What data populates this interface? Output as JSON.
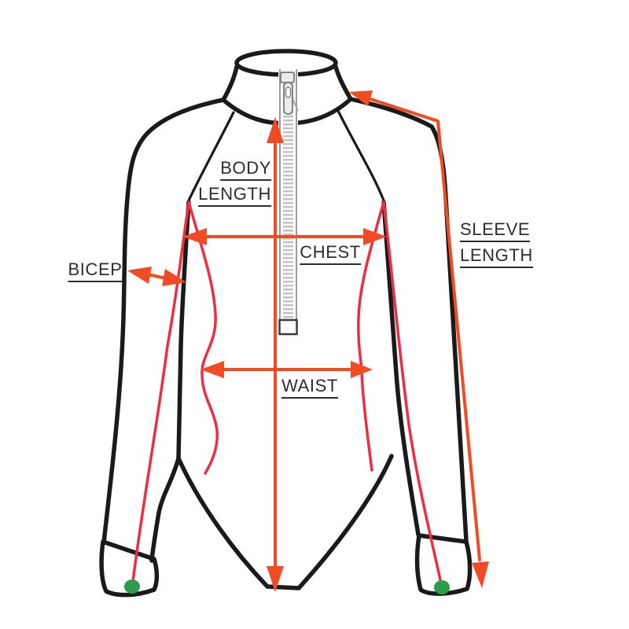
{
  "diagram": {
    "type": "garment-measurement-guide",
    "garment": "long-sleeve half-zip bodysuit flat sketch",
    "labels": {
      "body_length": [
        "BODY",
        "LENGTH"
      ],
      "chest": "CHEST",
      "bicep": "BICEP",
      "waist": "WAIST",
      "sleeve_length": [
        "SLEEVE",
        "LENGTH"
      ]
    },
    "measurements": [
      "BODY LENGTH",
      "CHEST",
      "BICEP",
      "WAIST",
      "SLEEVE LENGTH"
    ],
    "colors": {
      "outline": "#1a1a1a",
      "seam_red": "#ed2d42",
      "arrow_orange": "#f04b22",
      "marker_green": "#2a9d4e",
      "zipper_gray": "#9a9a9a",
      "text": "#2d2d2d",
      "background": "#ffffff"
    }
  }
}
